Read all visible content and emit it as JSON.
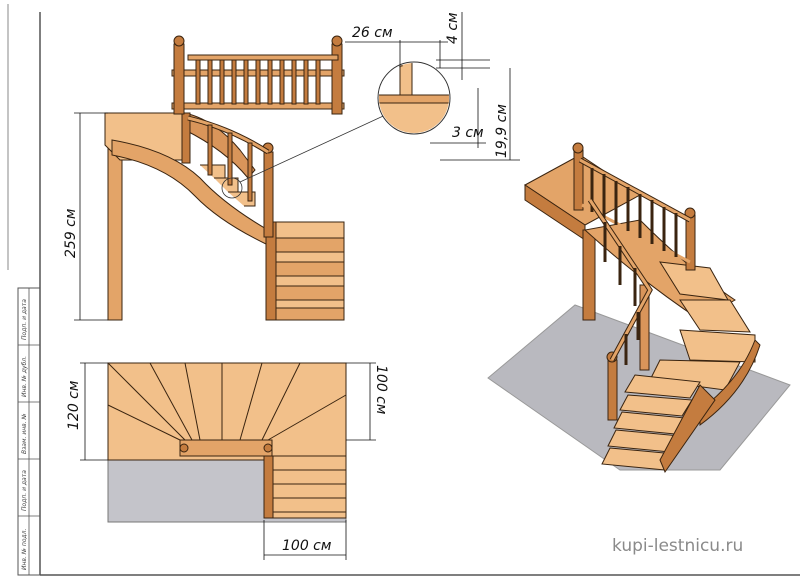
{
  "dimensions": {
    "tread_depth": "26 см",
    "nosing_top": "4 см",
    "nosing_depth": "3 см",
    "riser_height": "19,9 см",
    "total_height": "259 см",
    "flight_width": "120 см",
    "landing_width": "100 см",
    "bottom_flight_width": "100 см"
  },
  "title_block": {
    "cells": [
      "Подп. и дата",
      "Инв. № дубл.",
      "Взам. инв. №",
      "Подп. и дата",
      "Инв. № подл."
    ]
  },
  "website": "kupi-lestnicu.ru",
  "colors": {
    "wood_light": "#f2c08a",
    "wood_mid": "#e3a468",
    "wood_dark": "#c47c3f",
    "outline": "#3a2410",
    "floor": "#b9b9bf",
    "frame": "#555555"
  }
}
